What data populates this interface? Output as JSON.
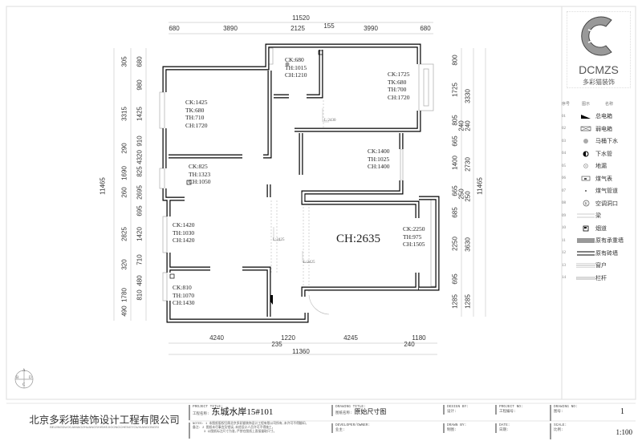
{
  "top_dims": {
    "total": "11520",
    "segments": [
      "680",
      "3890",
      "2125",
      "155",
      "3990",
      "680"
    ]
  },
  "bottom_dims": {
    "segments": [
      "4240",
      "1220",
      "4245",
      "1180"
    ],
    "sub": [
      "235",
      "240"
    ],
    "total": "11360"
  },
  "left_dims": {
    "total": "11465",
    "col1": [
      "305",
      "3315",
      "290",
      "1690",
      "260",
      "2825",
      "320",
      "1780",
      "490"
    ],
    "col2": [
      "680",
      "980",
      "1425",
      "910",
      "4320",
      "825",
      "2695",
      "695",
      "1420",
      "710",
      "480",
      "810"
    ]
  },
  "right_dims": {
    "total": "11465",
    "col1": [
      "800",
      "1725",
      "805",
      "665",
      "1400",
      "665",
      "685",
      "2250",
      "695",
      "1285"
    ],
    "col2": [
      "3330",
      "240",
      "240",
      "2730",
      "250",
      "250",
      "3630",
      "1285"
    ]
  },
  "rooms": {
    "bath_top": [
      "CK:680",
      "TH:1015",
      "CH:1210"
    ],
    "bedroom_left": [
      "CK:1425",
      "TK:680",
      "TH:710",
      "CH:1720"
    ],
    "bedroom_right": [
      "CK:1725",
      "TK:680",
      "TH:700",
      "CH:1720"
    ],
    "kitchen": [
      "CK:825",
      "TH:1323",
      "CH:1050"
    ],
    "room_mid": [
      "CK:1400",
      "TH:1025",
      "CH:1400"
    ],
    "room_lower_left": [
      "CK:1420",
      "TH:1030",
      "CH:1420"
    ],
    "room_bottom_left": [
      "CK:810",
      "TH:1070",
      "CH:1430"
    ],
    "living": [
      "CK:2250",
      "TH:975",
      "CH:1505"
    ],
    "ceiling_height": "CH:2635",
    "beam_labels": [
      "L:2430",
      "L:2425",
      "L:2425"
    ]
  },
  "logo": {
    "brand": "DCMZS",
    "subtitle": "多彩猫装饰"
  },
  "legend": {
    "headers": [
      "序号",
      "图示",
      "名称"
    ],
    "items": [
      {
        "no": "01",
        "name": "总电箱",
        "icon": "main-electric-box"
      },
      {
        "no": "02",
        "name": "弱电箱",
        "icon": "weak-electric-box"
      },
      {
        "no": "03",
        "name": "马桶下水",
        "icon": "toilet-drain"
      },
      {
        "no": "04",
        "name": "下水管",
        "icon": "drain-pipe"
      },
      {
        "no": "05",
        "name": "地漏",
        "icon": "floor-drain"
      },
      {
        "no": "06",
        "name": "煤气表",
        "icon": "gas-meter"
      },
      {
        "no": "07",
        "name": "煤气管道",
        "icon": "gas-pipe"
      },
      {
        "no": "08",
        "name": "空调洞口",
        "icon": "ac-hole"
      },
      {
        "no": "09",
        "name": "梁",
        "icon": "beam"
      },
      {
        "no": "10",
        "name": "烟道",
        "icon": "flue"
      },
      {
        "no": "11",
        "name": "原有承重墙",
        "icon": "load-bearing-wall"
      },
      {
        "no": "12",
        "name": "原有砖墙",
        "icon": "brick-wall"
      },
      {
        "no": "13",
        "name": "窗户",
        "icon": "window"
      },
      {
        "no": "14",
        "name": "栏杆",
        "icon": "railing"
      }
    ]
  },
  "north": {
    "letters": [
      "A",
      "B",
      "C",
      "D"
    ]
  },
  "title_block": {
    "company": "北京多彩猫装饰设计工程有限公司",
    "company_pinyin": "BEIJINGDUOCAIMAOZHUANGSHISHEJIGONGCHENGYOUXIANGONGSI",
    "project_title_label": "PROJECT TITLE:",
    "project_title_cn": "工程名称:",
    "project_title": "东城水岸15#101",
    "notes_label": "NOTES:",
    "notes_cn": "备注:",
    "notes": [
      "1  本图纸版权归属北京多彩猫装饰设计工程有限公司所有,未许可不得翻印。",
      "2  图纸未尽事宜及错误,未经设计人员许可不得施工。",
      "3  以图纸标注尺寸为准,严禁在图纸上直接量取尺寸。"
    ],
    "drawing_title_label": "DRAWING TITLE:",
    "drawing_title_cn": "图纸名称:",
    "drawing_title": "原始尺寸图",
    "developer_label": "DEVELOPER/OWNER:",
    "developer_cn": "业主:",
    "design_label": "DESIGN BY:",
    "design_cn": "设计:",
    "drawn_label": "DRAWN BY:",
    "drawn_cn": "制图:",
    "project_no_label": "PROJECT NO:",
    "project_no_cn": "工程编号:",
    "date_label": "DATE:",
    "date_cn": "日期:",
    "drawing_no_label": "DRAWING NO:",
    "drawing_no_cn": "图号:",
    "drawing_no": "1",
    "scale_label": "SCALE:",
    "scale_cn": "比例:",
    "scale": "1:100"
  }
}
